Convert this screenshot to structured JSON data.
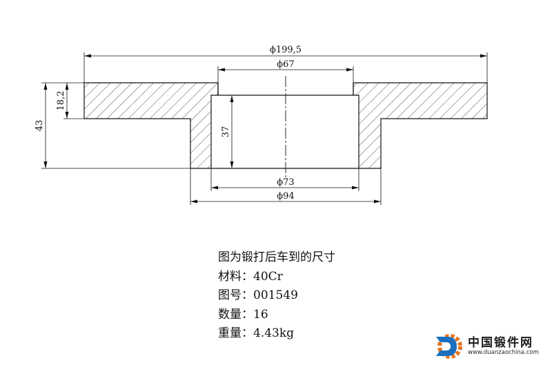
{
  "dimensions": {
    "outer_diameter": "ϕ199,5",
    "top_bore_diameter": "ϕ67",
    "flange_thickness": "18,2",
    "total_height": "43",
    "bore_depth": "37",
    "bore_diameter": "ϕ73",
    "hub_diameter": "ϕ94"
  },
  "notes": {
    "title": "图为锻打后车到的尺寸",
    "material": "材料：40Cr",
    "drawing_no": "图号：001549",
    "quantity": "数量：16",
    "weight": "重量：4.43kg"
  },
  "watermark": {
    "name": "中国锻件网",
    "url": "www.duanzaochina.com",
    "colors": {
      "orange": "#e8731c",
      "blue": "#1b6fbf"
    }
  }
}
